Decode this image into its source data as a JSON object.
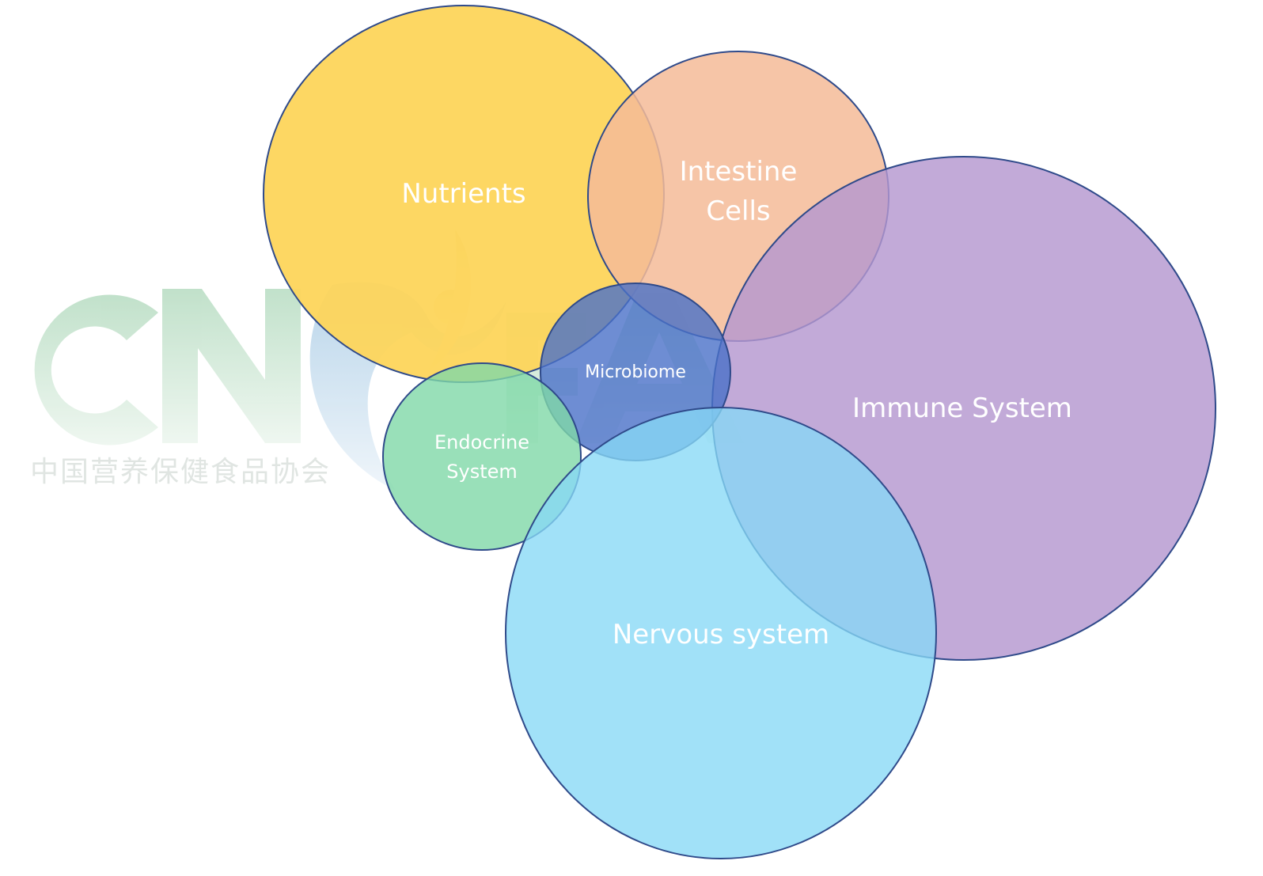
{
  "watermark": {
    "logo_letters": "CNHFA",
    "org_name": "中国营养保健食品协会"
  },
  "circles": {
    "nutrients": {
      "label_lines": [
        "Nutrients"
      ],
      "color": "#fdd55b"
    },
    "intestine_cells": {
      "label_lines": [
        "Intestine",
        "Cells"
      ],
      "color": "#f5bb98"
    },
    "immune_system": {
      "label_lines": [
        "Immune System"
      ],
      "color": "#b597cf"
    },
    "microbiome": {
      "label_lines": [
        "Microbiome"
      ],
      "color": "#4a70c8"
    },
    "endocrine_system": {
      "label_lines": [
        "Endocrine",
        "System"
      ],
      "color": "#80d8a8"
    },
    "nervous_system": {
      "label_lines": [
        "Nervous system"
      ],
      "color": "#87d8f6"
    }
  },
  "outline_color": "#2f4a8a"
}
